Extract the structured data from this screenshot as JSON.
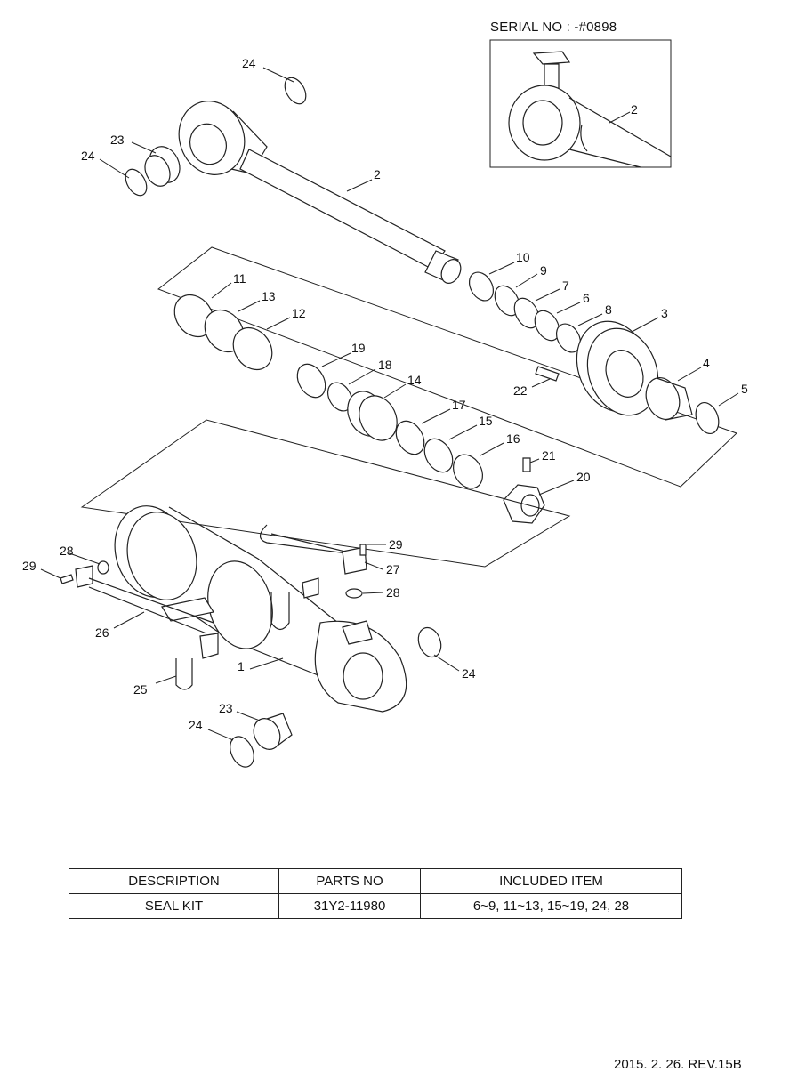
{
  "inset": {
    "serial_label": "SERIAL NO : -#0898"
  },
  "callouts": [
    "24",
    "23",
    "24",
    "2",
    "2",
    "11",
    "13",
    "12",
    "10",
    "9",
    "7",
    "6",
    "8",
    "3",
    "4",
    "5",
    "22",
    "19",
    "18",
    "14",
    "17",
    "15",
    "16",
    "21",
    "20",
    "29",
    "27",
    "28",
    "28",
    "29",
    "26",
    "25",
    "1",
    "24",
    "23",
    "24"
  ],
  "table": {
    "headers": [
      "DESCRIPTION",
      "PARTS NO",
      "INCLUDED ITEM"
    ],
    "rows": [
      [
        "SEAL KIT",
        "31Y2-11980",
        "6~9, 11~13, 15~19, 24, 28"
      ]
    ]
  },
  "footer": "2015. 2. 26. REV.15B"
}
